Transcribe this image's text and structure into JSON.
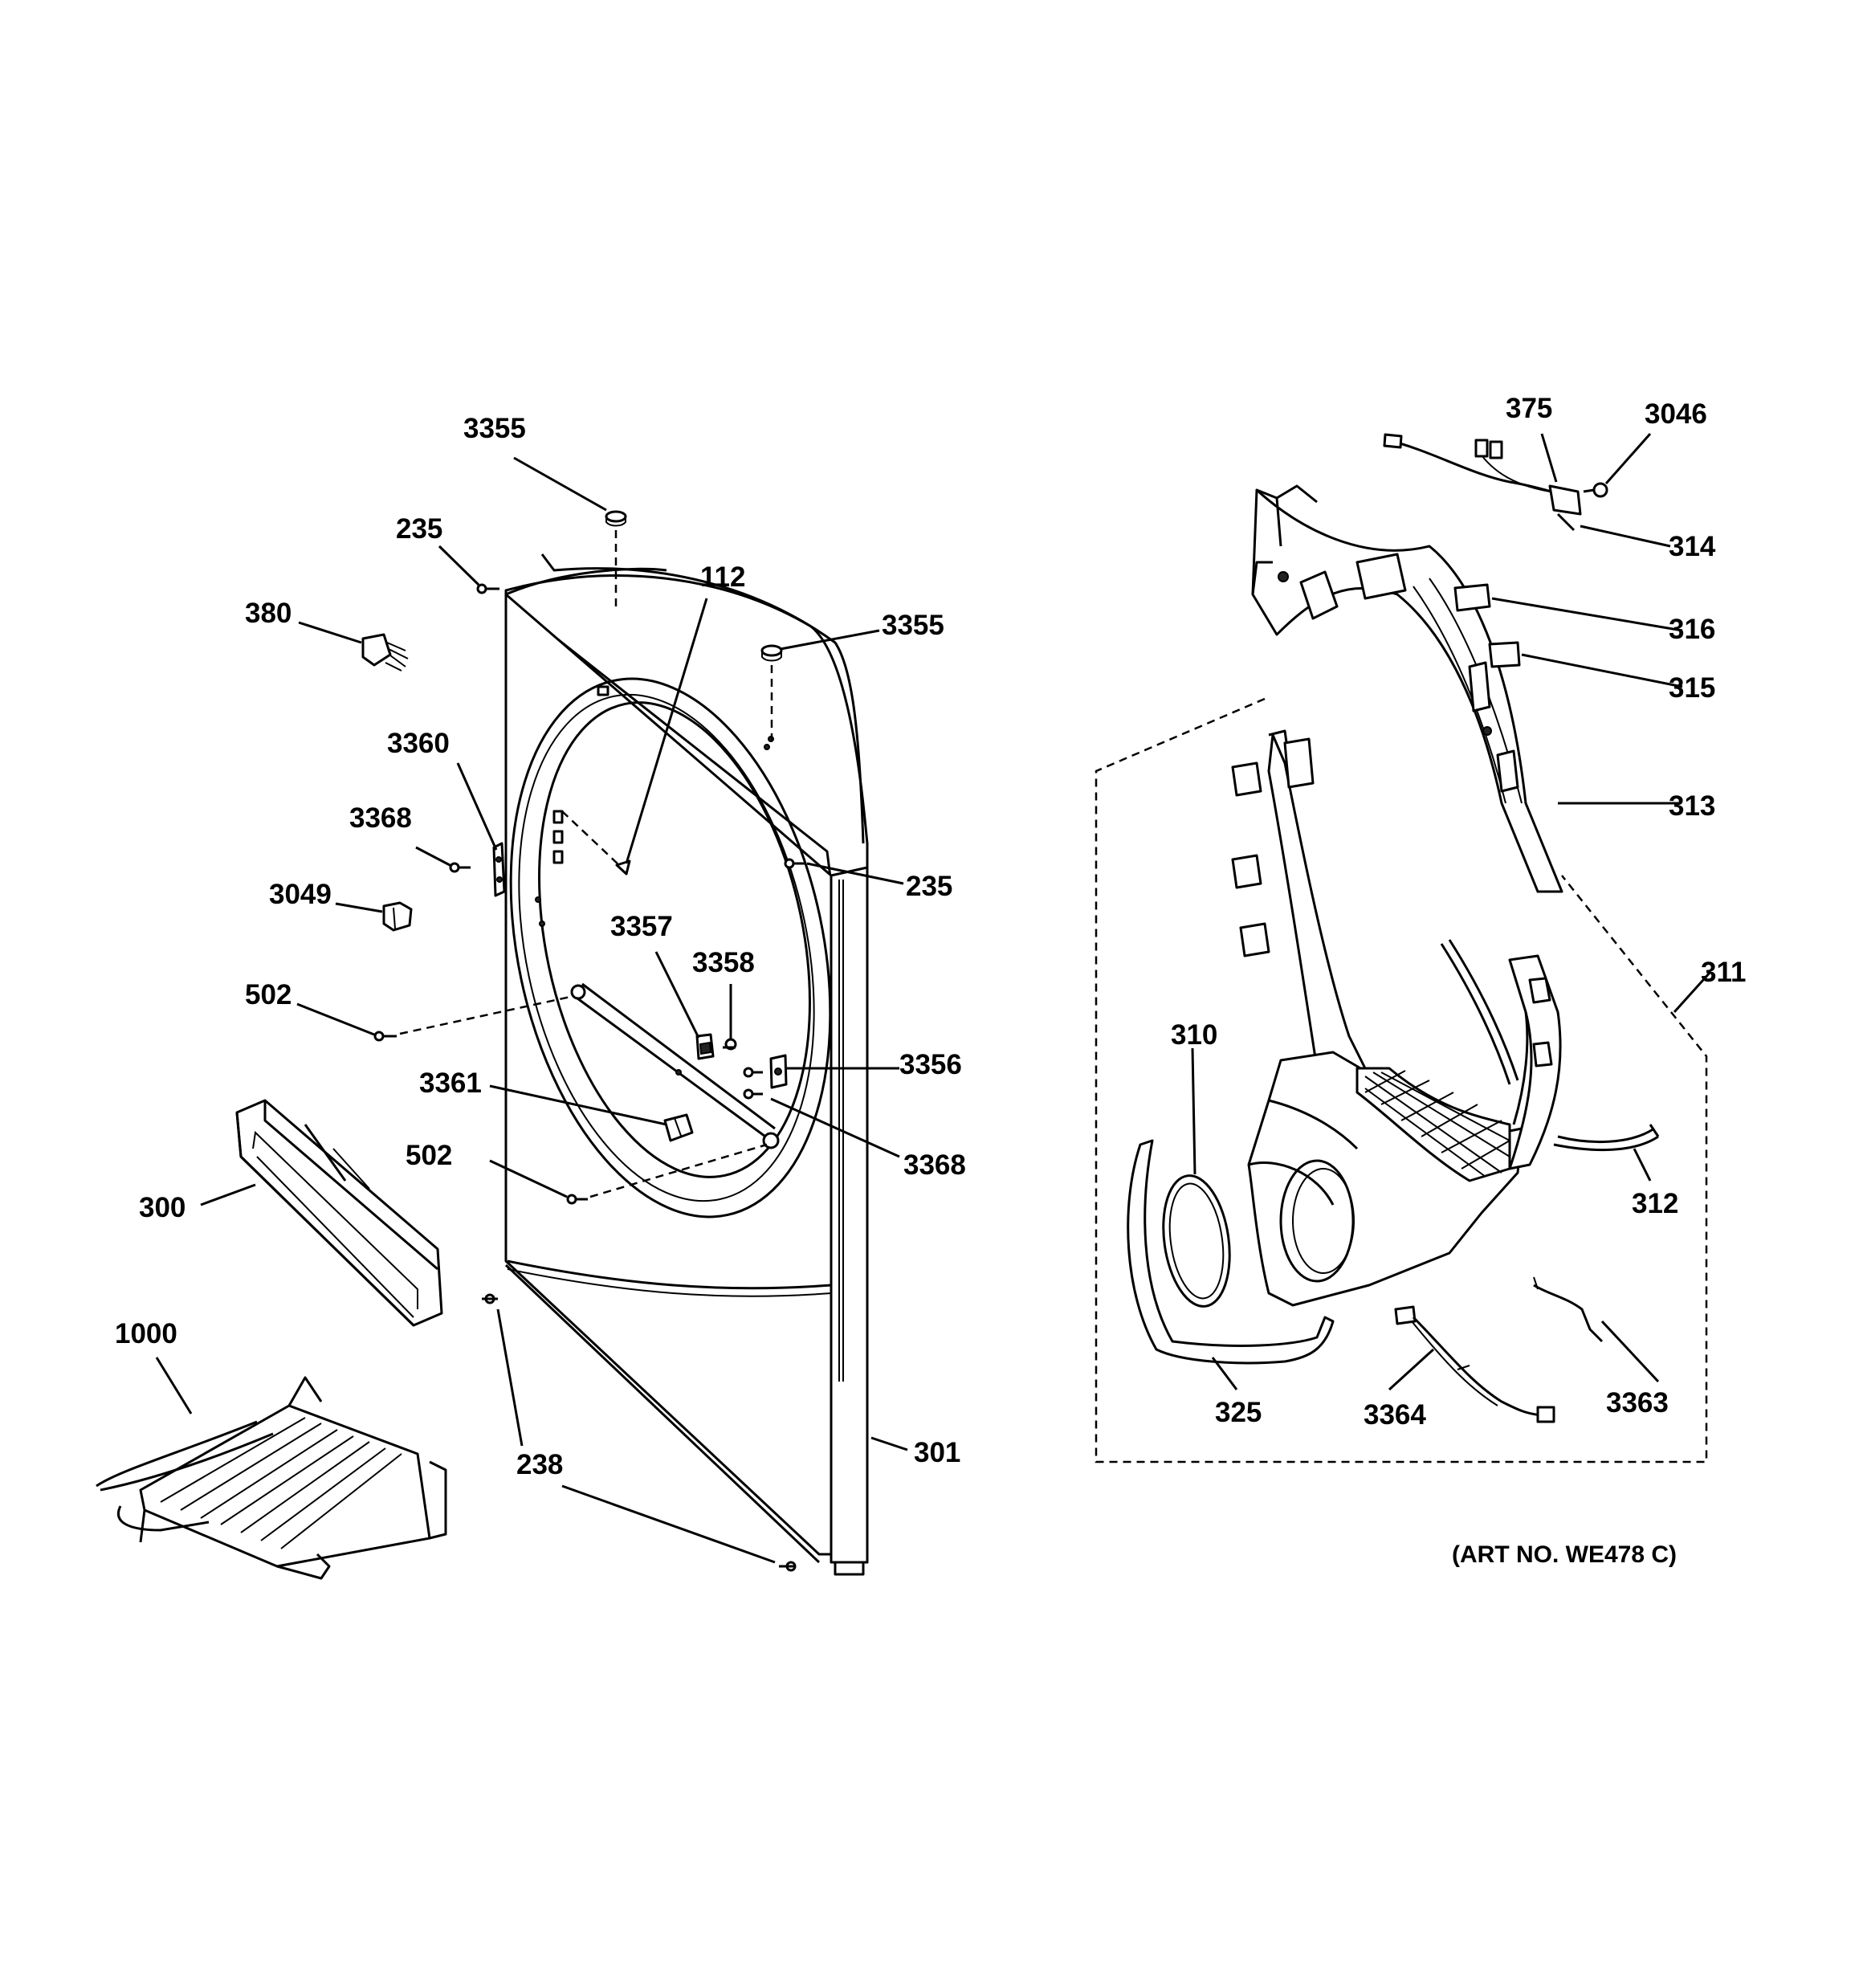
{
  "art_number": "(ART NO. WE478 C)",
  "labels": {
    "l3355a": "3355",
    "l235a": "235",
    "l380": "380",
    "l112": "112",
    "l3355b": "3355",
    "l3360": "3360",
    "l3368a": "3368",
    "l3049": "3049",
    "l235b": "235",
    "l3357": "3357",
    "l3358": "3358",
    "l502a": "502",
    "l3356": "3356",
    "l3361": "3361",
    "l3368b": "3368",
    "l502b": "502",
    "l300": "300",
    "l1000": "1000",
    "l238": "238",
    "l301": "301",
    "l375": "375",
    "l3046": "3046",
    "l314": "314",
    "l316": "316",
    "l315": "315",
    "l313": "313",
    "l311": "311",
    "l310": "310",
    "l312": "312",
    "l325": "325",
    "l3364": "3364",
    "l3363": "3363"
  }
}
